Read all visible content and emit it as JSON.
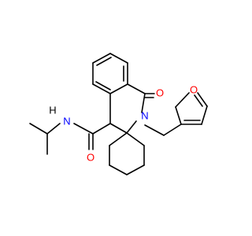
{
  "molecule": {
    "atom_labels": {
      "ring_oxygen": "O",
      "nitrogen_ring": "N",
      "oxo_oxygen": "O",
      "amide_nitrogen": "N",
      "amide_hydrogen": "H",
      "amide_oxygen": "O"
    }
  },
  "colors": {
    "bond": "#000000",
    "oxygen": "#ff0000",
    "nitrogen": "#0000ff",
    "background": "#ffffff"
  }
}
